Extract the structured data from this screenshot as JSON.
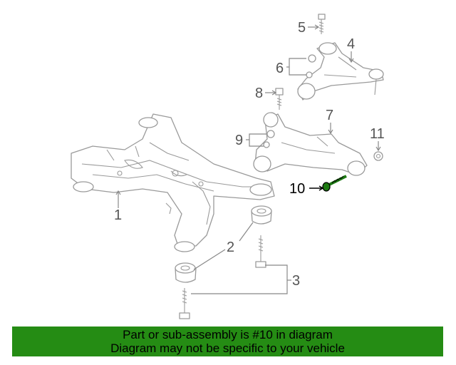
{
  "callouts": {
    "c1": "1",
    "c2": "2",
    "c3": "3",
    "c4": "4",
    "c5": "5",
    "c6": "6",
    "c7": "7",
    "c8": "8",
    "c9": "9",
    "c10": "10",
    "c11": "11"
  },
  "highlight_part": "10",
  "colors": {
    "banner": "#258c14",
    "highlight": "#1d7a12",
    "line_art": "#9a9a9a"
  },
  "banner": {
    "line1": "Part or sub-assembly is #10 in diagram",
    "line2": "Diagram may not be specific to your vehicle"
  }
}
